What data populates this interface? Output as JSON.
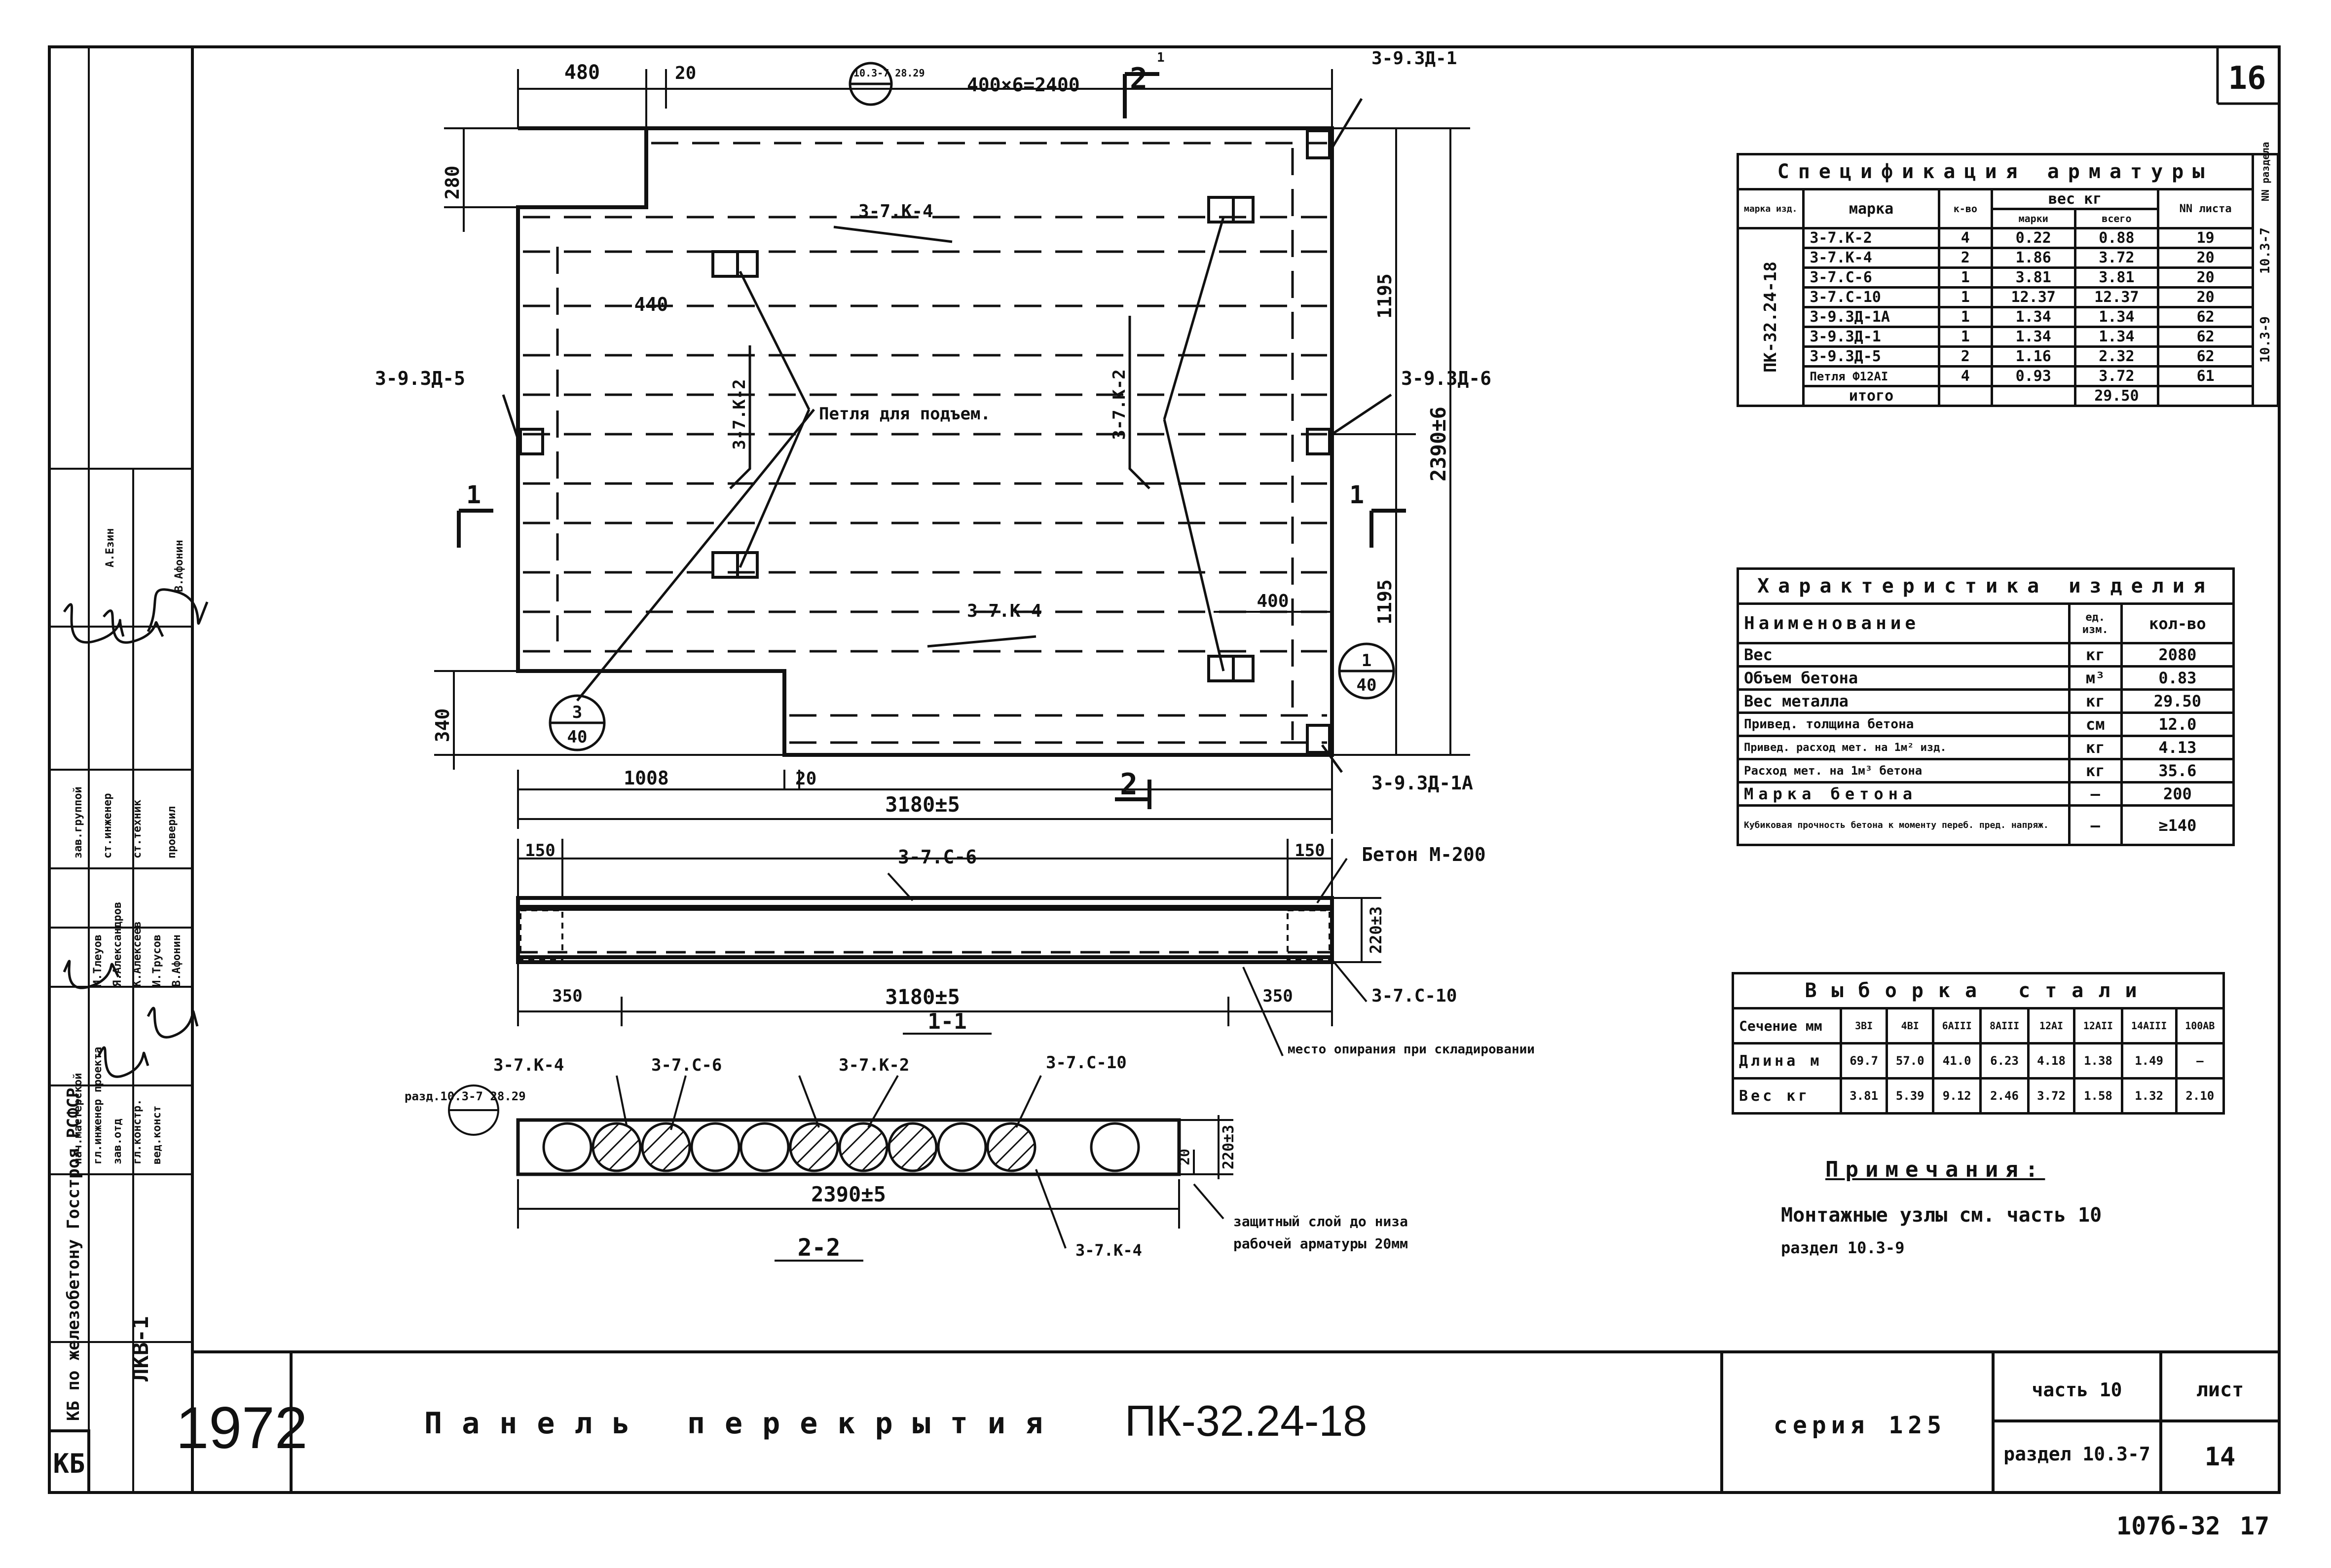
{
  "sheet": {
    "sheet_number": "16",
    "page_code": "107б-32",
    "page_code_num": "17",
    "year": "1972",
    "title": "Панель перекрытия",
    "mark": "ПК-32.24-18",
    "series": "серия 125",
    "part": "часть 10",
    "section": "раздел 10.3-7",
    "list_label": "лист",
    "list_number": "14"
  },
  "side_stamp": {
    "org": "КБ по железобетону Госстроя РСФСР",
    "code": "ЛКВ-1",
    "roles": [
      "нач.мастерской",
      "гл.инженер проекта",
      "зав.отд",
      "гл.констр.",
      "вед.конст"
    ],
    "roles2": [
      "зав.группой",
      "ст.инженер",
      "ст.техник",
      "проверил"
    ],
    "names": [
      "А.Езин",
      "В.Афонин",
      "М.Тлеуов",
      "Я.Александров",
      "К.Алексеев"
    ],
    "names2": [
      "И.Трусов",
      "В.Афонин"
    ]
  },
  "drawing": {
    "dims": {
      "top_left": "480",
      "top_gap": "20",
      "top_right": "400×6=2400",
      "left_notch": "280",
      "notch_bottom": "340",
      "bottom_left": "1008",
      "bottom_gap": "20",
      "overall_length": "3180±5",
      "right_upper": "1195",
      "right_lower": "1195",
      "overall_width": "2390±6",
      "inner_400": "400",
      "inner_440": "440",
      "sec_end_left": "150",
      "sec_end_right": "150",
      "sec_height": "220±3",
      "sec_len": "3180±5",
      "sec_350_left": "350",
      "sec_350_right": "350",
      "cs_height": "220±3",
      "cs_cover": "20",
      "cs_width": "2390±5"
    },
    "callouts": {
      "top_mark": "3-9.3Д-1",
      "left_mark": "3-9.3Д-5",
      "right_mark": "3-9.3Д-6",
      "bottom_right_mark": "3-9.3Д-1А",
      "k4_top": "3-7.К-4",
      "k4_bottom": "3-7.К-4",
      "k2_left": "3-7.К-2",
      "k2_right": "3-7.К-2",
      "lifting_loop": "Петля для подъем.",
      "section_sym": "2",
      "section_sym_num": "1",
      "cut_left": "1",
      "cut_right": "1",
      "ref_top": "10.3-7 28.29",
      "ref_left_num": "3",
      "ref_left_den": "40",
      "ref_right_num": "1",
      "ref_right_den": "40",
      "c6": "3-7.С-6",
      "concrete": "Бетон М-200",
      "c10": "3-7.С-10",
      "slot": "место опирания при складировании",
      "sec11": "1-1",
      "cs_k4": "3-7.К-4",
      "cs_c6": "3-7.С-6",
      "cs_k2": "3-7.К-2",
      "cs_c10": "3-7.С-10",
      "cs_ref": "разд.10.3-7 28.29",
      "cs_k4b": "3-7.К-4",
      "cover_note_1": "защитный слой до низа",
      "cover_note_2": "рабочей арматуры 20мм",
      "sec22": "2-2"
    }
  },
  "spec": {
    "title": "Спецификация арматуры",
    "col_mark_izd": "марка изд.",
    "col_mark": "марка",
    "col_qty": "к-во",
    "col_weight": "вес кг",
    "col_w_item": "марки",
    "col_w_total": "всего",
    "col_sheet": "NN листа",
    "col_section": "NN раздела",
    "product": "ПК-32.24-18",
    "section_a": "10.3-7",
    "section_b": "10.3-9",
    "rows": [
      {
        "mark": "3-7.К-2",
        "qty": "4",
        "unit": "0.22",
        "total": "0.88",
        "sheet": "19"
      },
      {
        "mark": "3-7.К-4",
        "qty": "2",
        "unit": "1.86",
        "total": "3.72",
        "sheet": "20"
      },
      {
        "mark": "3-7.С-6",
        "qty": "1",
        "unit": "3.81",
        "total": "3.81",
        "sheet": "20"
      },
      {
        "mark": "3-7.С-10",
        "qty": "1",
        "unit": "12.37",
        "total": "12.37",
        "sheet": "20"
      },
      {
        "mark": "3-9.3Д-1А",
        "qty": "1",
        "unit": "1.34",
        "total": "1.34",
        "sheet": "62"
      },
      {
        "mark": "3-9.3Д-1",
        "qty": "1",
        "unit": "1.34",
        "total": "1.34",
        "sheet": "62"
      },
      {
        "mark": "3-9.3Д-5",
        "qty": "2",
        "unit": "1.16",
        "total": "2.32",
        "sheet": "62"
      },
      {
        "mark": "Петля Ф12АI",
        "qty": "4",
        "unit": "0.93",
        "total": "3.72",
        "sheet": "61"
      }
    ],
    "total_label": "итого",
    "total_value": "29.50"
  },
  "char": {
    "title": "Характеристика изделия",
    "col_name": "Наименование",
    "col_unit": "ед. изм.",
    "col_value": "кол-во",
    "rows": [
      {
        "name": "Вес",
        "unit": "кг",
        "value": "2080"
      },
      {
        "name": "Объем бетона",
        "unit": "м³",
        "value": "0.83"
      },
      {
        "name": "Вес металла",
        "unit": "кг",
        "value": "29.50"
      },
      {
        "name": "Привед. толщина бетона",
        "unit": "см",
        "value": "12.0"
      },
      {
        "name": "Привед. расход мет. на 1м² изд.",
        "unit": "кг",
        "value": "4.13"
      },
      {
        "name": "Расход мет. на 1м³ бетона",
        "unit": "кг",
        "value": "35.6"
      },
      {
        "name": "Марка бетона",
        "unit": "—",
        "value": "200"
      },
      {
        "name": "Кубиковая прочность бетона к моменту переб. пред. напряж.",
        "unit": "—",
        "value": "≥140"
      }
    ]
  },
  "vyb": {
    "title": "Выборка стали",
    "row_labels": [
      "Сечение мм",
      "Длина м",
      "Вес кг"
    ],
    "sections": [
      "3ВI",
      "4ВI",
      "6АIII",
      "8АIII",
      "12АI",
      "12АII",
      "14АIII",
      "100АВ"
    ],
    "lengths": [
      "69.7",
      "57.0",
      "41.0",
      "6.23",
      "4.18",
      "1.38",
      "1.49",
      "—"
    ],
    "weights": [
      "3.81",
      "5.39",
      "9.12",
      "2.46",
      "3.72",
      "1.58",
      "1.32",
      "2.10"
    ]
  },
  "notes": {
    "title": "Примечания:",
    "line1": "Монтажные узлы см. часть 10",
    "line2": "раздел 10.3-9"
  }
}
